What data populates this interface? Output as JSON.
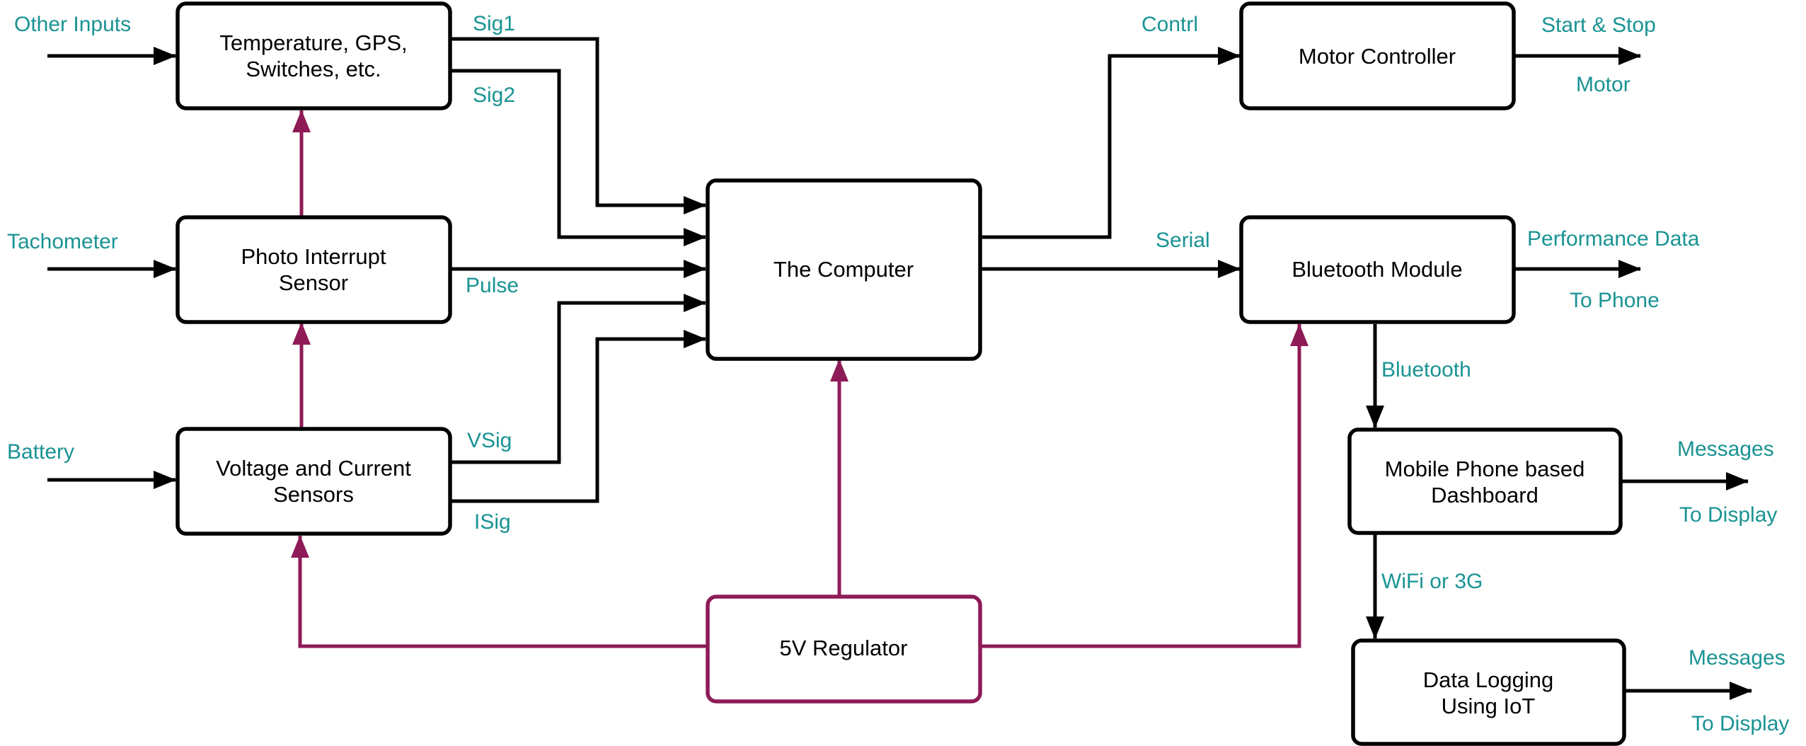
{
  "colors": {
    "box_stroke": "#000000",
    "signal_line": "#000000",
    "power_line": "#8e1b57",
    "label_text": "#1a9393",
    "box_text": "#000000"
  },
  "blocks": {
    "sensors_misc": [
      "Temperature, GPS,",
      "Switches, etc."
    ],
    "photo_sensor": [
      "Photo Interrupt",
      "Sensor"
    ],
    "vc_sensors": [
      "Voltage and Current",
      "Sensors"
    ],
    "computer": [
      "The Computer"
    ],
    "regulator": [
      "5V Regulator"
    ],
    "motor_controller": [
      "Motor Controller"
    ],
    "bluetooth_module": [
      "Bluetooth Module"
    ],
    "dashboard": [
      "Mobile Phone based",
      "Dashboard"
    ],
    "data_logging": [
      "Data Logging",
      "Using IoT"
    ]
  },
  "labels": {
    "other_inputs": "Other Inputs",
    "tachometer": "Tachometer",
    "battery": "Battery",
    "sig1": "Sig1",
    "sig2": "Sig2",
    "pulse": "Pulse",
    "vsig": "VSig",
    "isig": "ISig",
    "contrl": "Contrl",
    "serial": "Serial",
    "start_stop": "Start & Stop",
    "motor": "Motor",
    "performance_data": "Performance Data",
    "to_phone": "To Phone",
    "bluetooth": "Bluetooth",
    "messages_1": "Messages",
    "to_display_1": "To Display",
    "wifi_3g": "WiFi or 3G",
    "messages_2": "Messages",
    "to_display_2": "To Display"
  }
}
